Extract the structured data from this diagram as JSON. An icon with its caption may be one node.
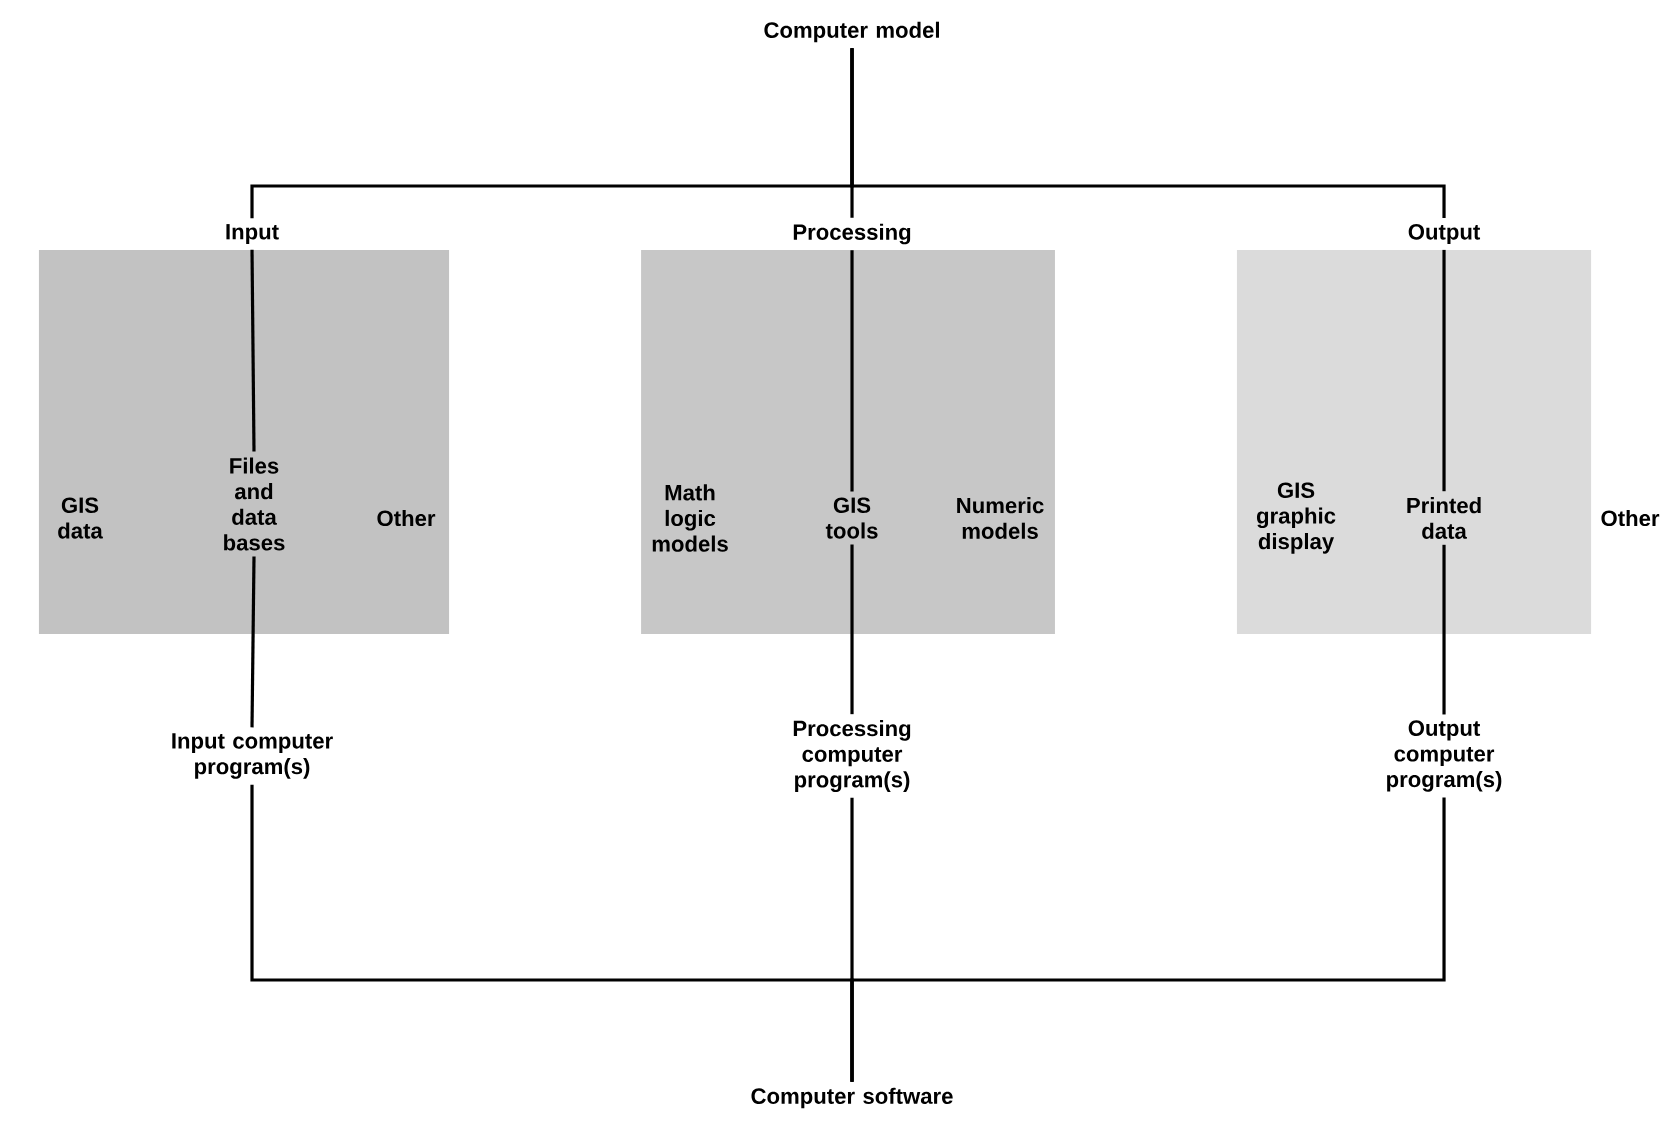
{
  "diagram": {
    "nodes": [
      {
        "text": [
          "Computer model"
        ]
      },
      {
        "text": [
          "Input"
        ]
      },
      {
        "text": [
          "Processing"
        ]
      },
      {
        "text": [
          "Output"
        ]
      },
      {
        "text": [],
        "shape": "box"
      },
      {
        "text": [
          "GIS data"
        ],
        "in": 4
      },
      {
        "text": [
          "Files and data bases"
        ],
        "in": 4
      },
      {
        "text": [
          "Other"
        ],
        "in": 4
      },
      {
        "text": [],
        "shape": "box"
      },
      {
        "text": [
          "Math logic models"
        ],
        "in": 8
      },
      {
        "text": [
          "GIS tools"
        ],
        "in": 8
      },
      {
        "text": [
          "Numeric models"
        ],
        "in": 8
      },
      {
        "text": [],
        "shape": "box"
      },
      {
        "text": [
          "GIS graphic display"
        ],
        "in": 12
      },
      {
        "text": [
          "Printed data"
        ],
        "in": 12
      },
      {
        "text": [
          "Other"
        ]
      },
      {
        "text": [
          "Input computer program(s)"
        ]
      },
      {
        "text": [
          "Processing computer program(s)"
        ]
      },
      {
        "text": [
          "Output computer program(s)"
        ]
      },
      {
        "text": [
          "Computer software"
        ]
      }
    ],
    "edges": [
      {
        "from": 0,
        "to": 1,
        "arrow": "none"
      },
      {
        "from": 0,
        "to": 2,
        "arrow": "none"
      },
      {
        "from": 0,
        "to": 3,
        "arrow": "none"
      },
      {
        "from": 1,
        "to": 6,
        "arrow": "none"
      },
      {
        "from": 2,
        "to": 10,
        "arrow": "none"
      },
      {
        "from": 3,
        "to": 14,
        "arrow": "none"
      },
      {
        "from": 6,
        "to": 16,
        "arrow": "none"
      },
      {
        "from": 10,
        "to": 17,
        "arrow": "none"
      },
      {
        "from": 14,
        "to": 18,
        "arrow": "none"
      },
      {
        "from": 16,
        "to": 19,
        "arrow": "none"
      },
      {
        "from": 17,
        "to": 19,
        "arrow": "none"
      },
      {
        "from": 18,
        "to": 19,
        "arrow": "none"
      }
    ]
  }
}
